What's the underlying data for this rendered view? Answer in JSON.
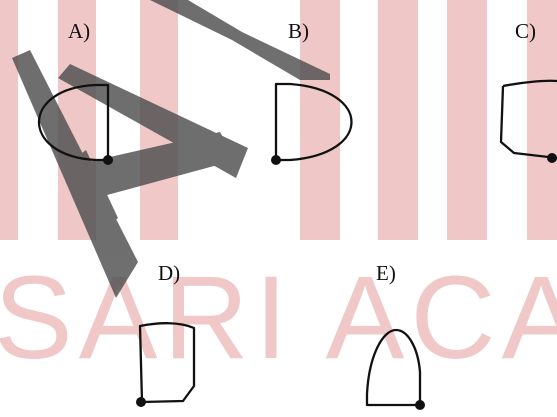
{
  "watermark": {
    "text": "SARI ACAD",
    "stripe_color": "#e39a9a",
    "text_color": "#e8a4a4",
    "logo_color": "#5a5a5a"
  },
  "options": [
    {
      "label": "A)",
      "shape": "semicircle-left-with-dot"
    },
    {
      "label": "B)",
      "shape": "semicircle-right-with-dot"
    },
    {
      "label": "C)",
      "shape": "curved-quad-with-dot"
    },
    {
      "label": "D)",
      "shape": "curved-quad-with-dot"
    },
    {
      "label": "E)",
      "shape": "arch-with-dot"
    }
  ],
  "colors": {
    "stroke": "#111111",
    "dot": "#111111",
    "background": "#ffffff"
  }
}
